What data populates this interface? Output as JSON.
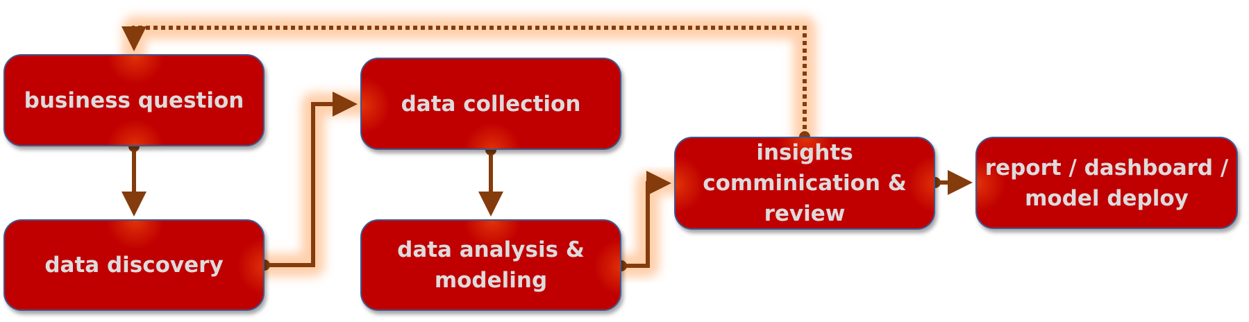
{
  "diagram": {
    "title": "",
    "colors": {
      "box_fill": "#c00000",
      "box_border": "#3d5a94",
      "box_text": "#dddbdc",
      "connector": "#843c0c",
      "glow": "#ffc89e"
    },
    "nodes": [
      {
        "id": "business-question",
        "label": "business question"
      },
      {
        "id": "data-discovery",
        "label": "data discovery"
      },
      {
        "id": "data-collection",
        "label": "data collection"
      },
      {
        "id": "data-analysis-modeling",
        "label": "data analysis &\nmodeling"
      },
      {
        "id": "insights-communication-review",
        "label": "insights\ncomminication &\nreview"
      },
      {
        "id": "report-dashboard-deploy",
        "label": "report / dashboard /\nmodel deploy"
      }
    ],
    "edges": [
      {
        "from": "business-question",
        "to": "data-discovery",
        "style": "solid"
      },
      {
        "from": "data-discovery",
        "to": "data-collection",
        "style": "solid"
      },
      {
        "from": "data-collection",
        "to": "data-analysis-modeling",
        "style": "solid"
      },
      {
        "from": "data-analysis-modeling",
        "to": "insights-communication-review",
        "style": "solid"
      },
      {
        "from": "insights-communication-review",
        "to": "report-dashboard-deploy",
        "style": "solid"
      },
      {
        "from": "insights-communication-review",
        "to": "business-question",
        "style": "dotted"
      }
    ]
  }
}
